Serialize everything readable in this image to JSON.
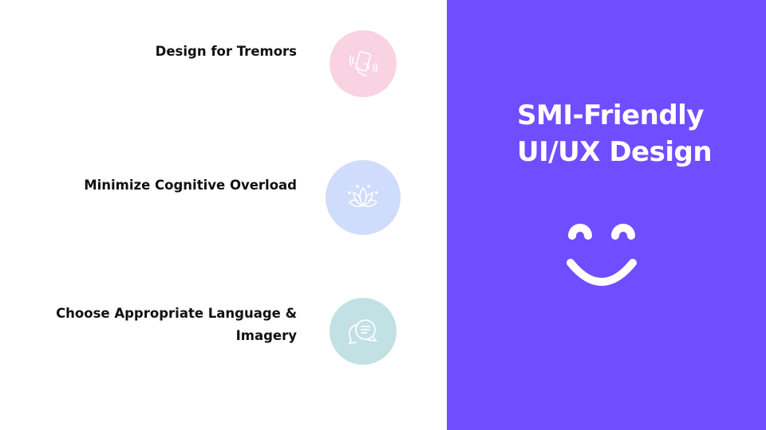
{
  "title": {
    "line1": "SMI-Friendly",
    "line2": "UI/UX Design"
  },
  "items": [
    {
      "label": "Design for Tremors",
      "icon": "hand-phone-vibration-icon",
      "color": "#f9d3e1"
    },
    {
      "label": "Minimize Cognitive Overload",
      "icon": "lotus-icon",
      "color": "#d0dcfb"
    },
    {
      "label_line1": "Choose Appropriate Language &",
      "label_line2": "Imagery",
      "icon": "chat-bubbles-icon",
      "color": "#c1e1e4"
    }
  ],
  "colors": {
    "panel": "#704dff"
  }
}
